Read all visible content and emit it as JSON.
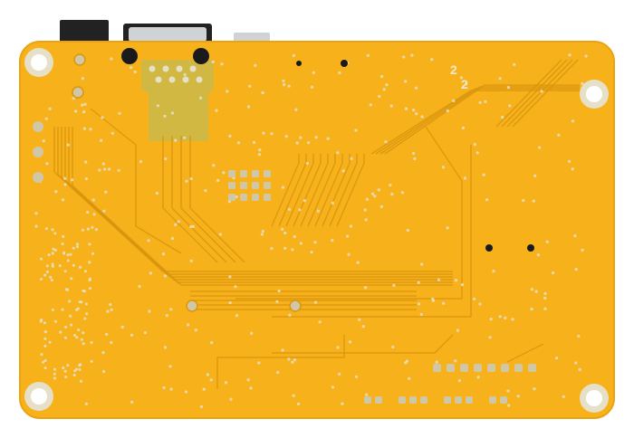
{
  "image": {
    "subject": "pcb-board-bottom",
    "colors": {
      "background": "#ffffff",
      "board": "#f7b21b",
      "board_edge": "#e9a313",
      "trace": "#d9960e",
      "via_ring": "#e6e0c8",
      "pad": "#cfc7a8",
      "hole": "#1a1a1a",
      "silkscreen": "#f0e9d2",
      "connector": "#222222",
      "connector_metal": "#cfd3d6",
      "shield_area": "#c9b94a"
    },
    "silkscreen_marks": [
      "2",
      "2"
    ]
  }
}
